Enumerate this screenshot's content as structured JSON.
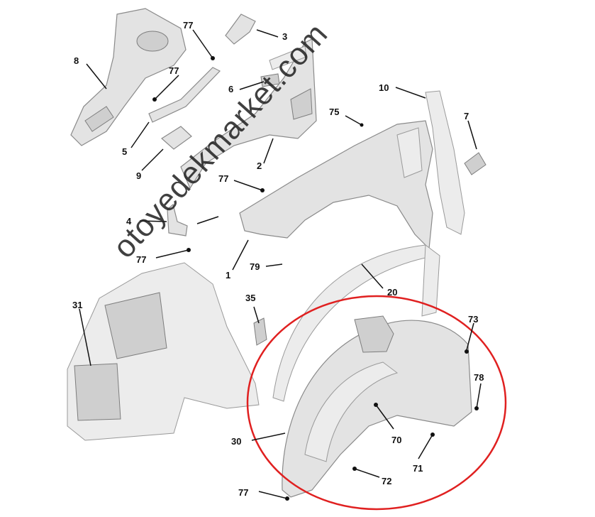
{
  "watermark": "otoyedekmarket.com",
  "highlight_color": "#e02020",
  "callouts": {
    "c1": "1",
    "c2": "2",
    "c3": "3",
    "c4": "4",
    "c5": "5",
    "c6": "6",
    "c7": "7",
    "c8": "8",
    "c9": "9",
    "c10": "10",
    "c20": "20",
    "c30": "30",
    "c31": "31",
    "c35": "35",
    "c70": "70",
    "c71": "71",
    "c72": "72",
    "c73": "73",
    "c75": "75",
    "c77a": "77",
    "c77b": "77",
    "c77c": "77",
    "c77d": "77",
    "c77e": "77",
    "c78": "78",
    "c79": "79"
  }
}
